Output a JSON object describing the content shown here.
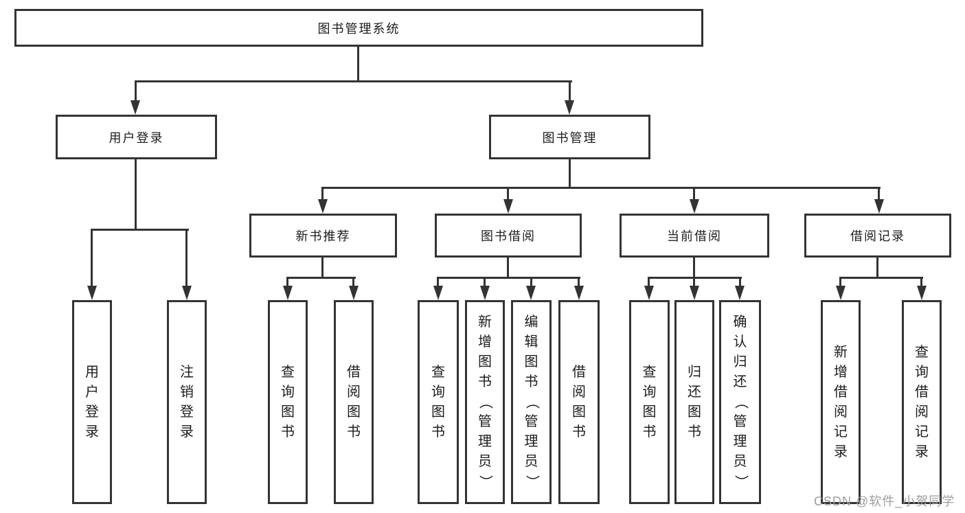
{
  "colors": {
    "line": "#333333",
    "text": "#1c1c1c",
    "background": "#ffffff",
    "watermark": "#9e9e9e"
  },
  "watermark": {
    "text": "CSDN @软件_小贺同学"
  },
  "nodes": {
    "root": {
      "label": "图书管理系统"
    },
    "login": {
      "label": "用户登录",
      "children": [
        "用户登录",
        "注销登录"
      ]
    },
    "mgmt": {
      "label": "图书管理",
      "groups": [
        {
          "label": "新书推荐",
          "children": [
            "查询图书",
            "借阅图书"
          ]
        },
        {
          "label": "图书借阅",
          "children": [
            "查询图书",
            "新增图书（管理员）",
            "编辑图书（管理员）",
            "借阅图书"
          ]
        },
        {
          "label": "当前借阅",
          "children": [
            "查询图书",
            "归还图书",
            "确认归还（管理员）"
          ]
        },
        {
          "label": "借阅记录",
          "children": [
            "新增借阅记录",
            "查询借阅记录"
          ]
        }
      ]
    }
  }
}
